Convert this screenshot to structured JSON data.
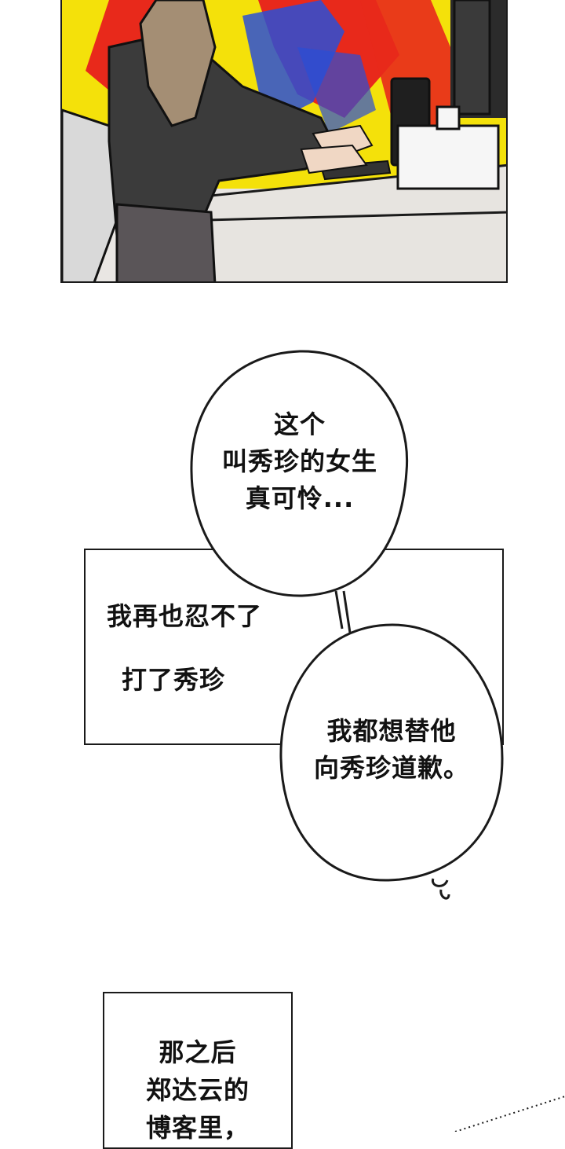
{
  "colors": {
    "ink": "#1a1a1a",
    "paper": "#ffffff",
    "bg_yellow": "#f4e10a",
    "bg_red": "#e8291b",
    "bg_blue": "#2a4fd6",
    "desk": "#e7e4e0"
  },
  "bubble1": {
    "lines": [
      "这个",
      "叫秀珍的女生",
      "真可怜..."
    ]
  },
  "caption1": {
    "line1": "我再也忍不了",
    "line2": "打了秀珍"
  },
  "bubble2": {
    "lines": [
      "我都想替他",
      "向秀珍道歉。"
    ]
  },
  "caption2": {
    "lines": [
      "那之后",
      "郑达云的",
      "博客里，"
    ]
  }
}
